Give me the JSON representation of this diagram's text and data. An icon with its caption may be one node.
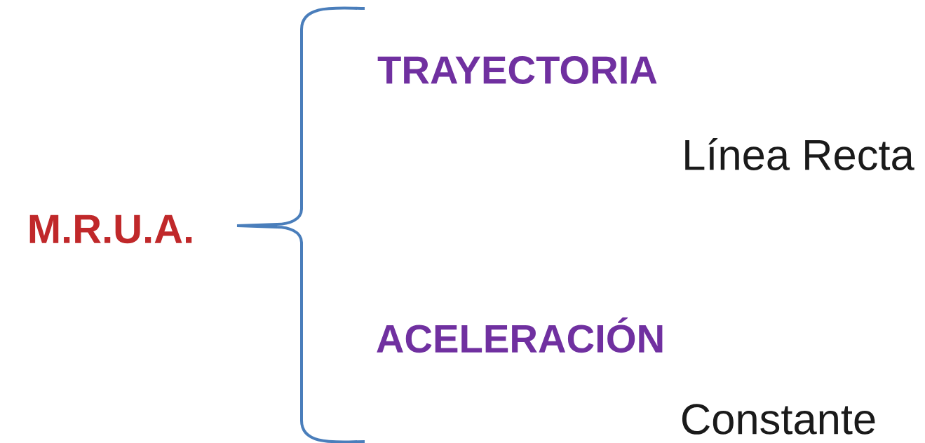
{
  "diagram": {
    "labels": [
      "TRAYECTORIA",
      "Línea Recta",
      "M.R.U.A.",
      "ACELERACIÓN",
      "Constante"
    ]
  }
}
